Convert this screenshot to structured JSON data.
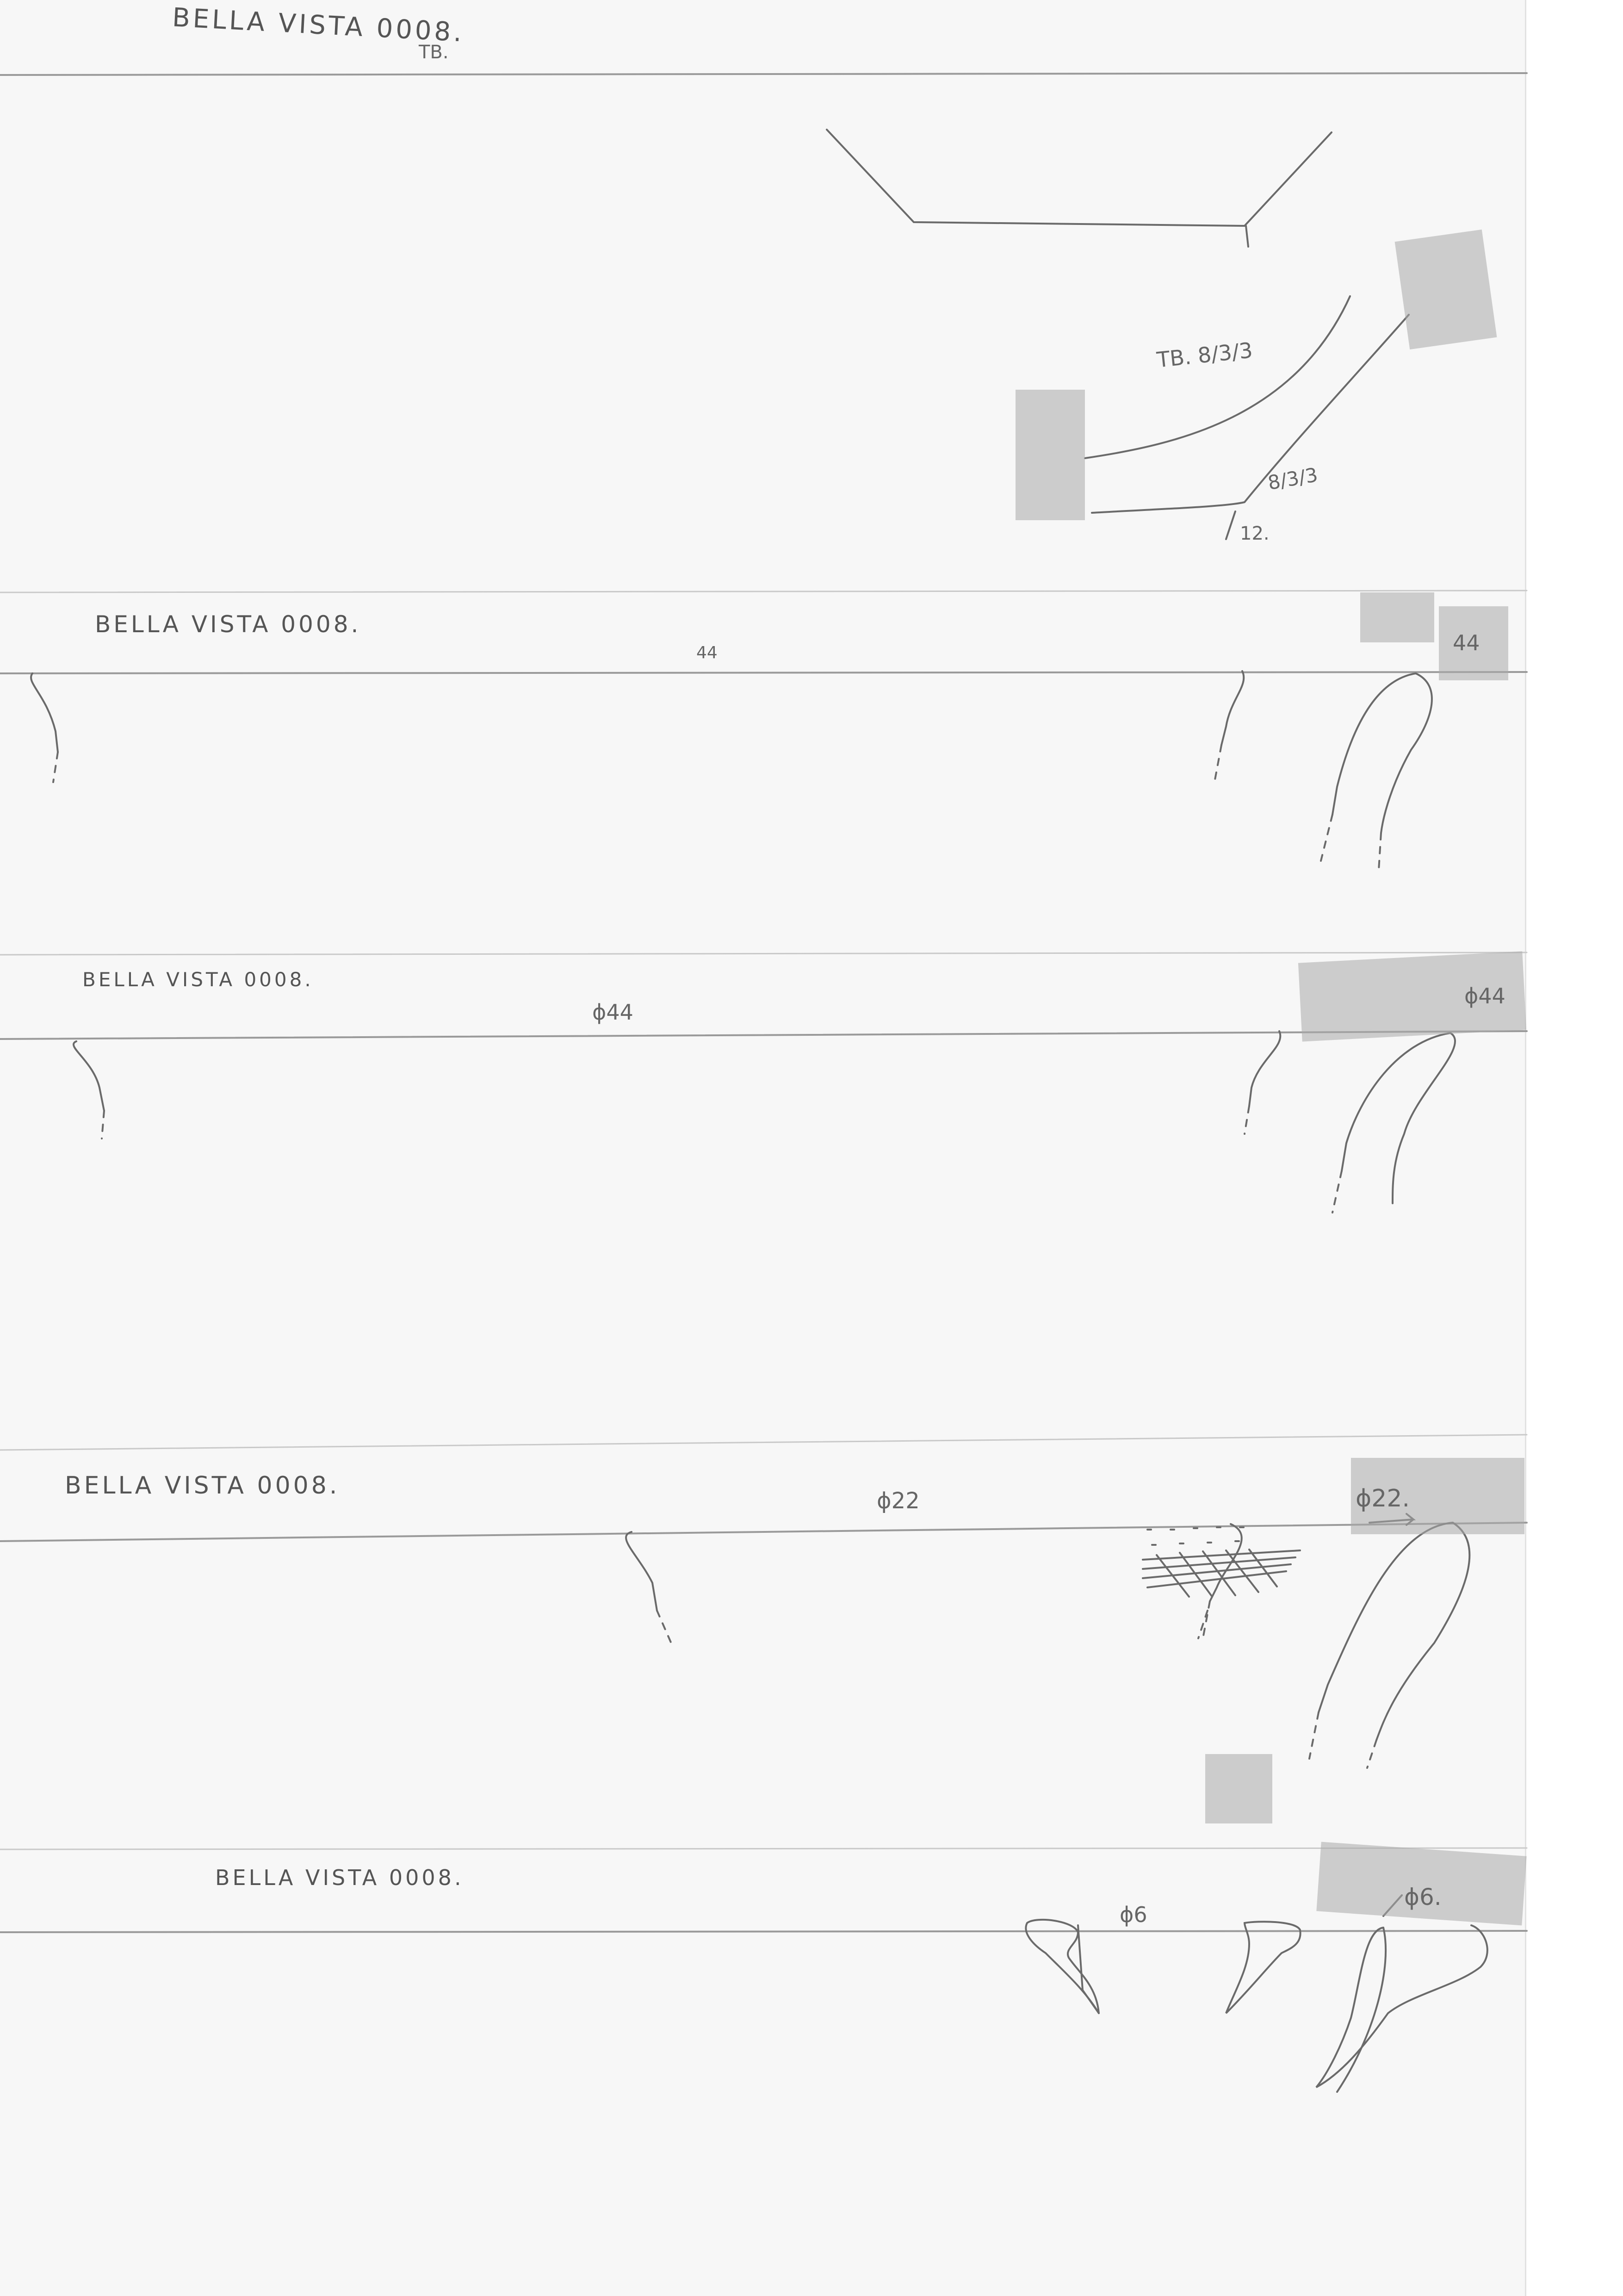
{
  "strips": [
    {
      "label": "BELLA VISTA 0008.",
      "notes": [
        "TB.",
        "TB. 8/3/3",
        "8/3/3",
        "12."
      ]
    },
    {
      "label": "BELLA VISTA 0008.",
      "notes": [
        "44",
        "44"
      ]
    },
    {
      "label": "BELLA VISTA 0008.",
      "notes": [
        "ϕ44",
        "ϕ44"
      ]
    },
    {
      "label": "BELLA VISTA 0008.",
      "notes": [
        "ϕ22",
        "ϕ22."
      ]
    },
    {
      "label": "BELLA VISTA 0008.",
      "notes": [
        "ϕ6",
        "ϕ6."
      ]
    }
  ],
  "colors": {
    "paper": "#f7f7f7",
    "ink": "#6a6a6a",
    "tape": "#aaaaaa"
  }
}
